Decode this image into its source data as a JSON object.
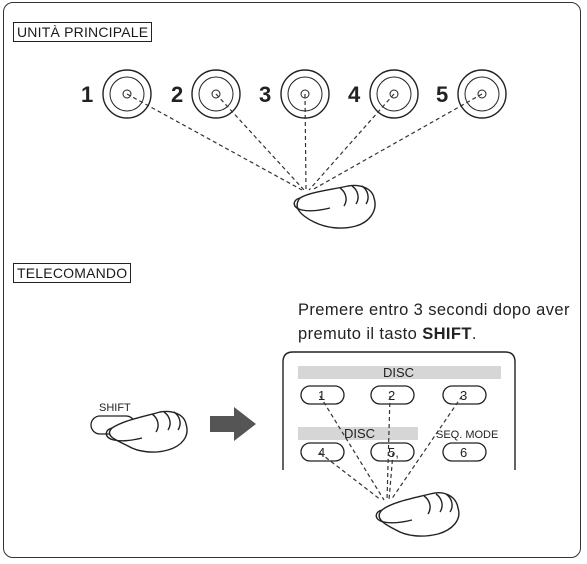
{
  "main_unit": {
    "label": "UNITÀ PRINCIPALE",
    "buttons": [
      "1",
      "2",
      "3",
      "4",
      "5"
    ]
  },
  "remote": {
    "label": "TELECOMANDO",
    "instruction_prefix": "Premere entro 3 secondi dopo aver premuto il tasto ",
    "instruction_key": "SHIFT",
    "instruction_suffix": ".",
    "shift_key": "SHIFT",
    "disc_label_top": "DISC",
    "disc_label_bottom": "DISC",
    "seq_mode_label": "SEQ. MODE",
    "keys": [
      "1",
      "2",
      "3",
      "4",
      "5,",
      "6"
    ]
  },
  "icons": [
    "finger-press-icon",
    "arrow-right-icon"
  ]
}
